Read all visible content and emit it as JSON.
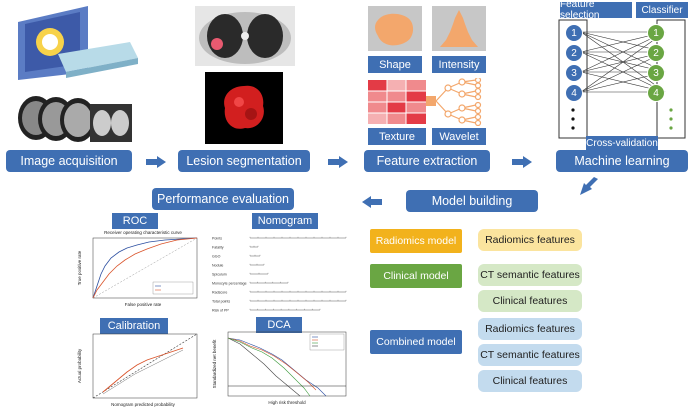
{
  "stages": {
    "image_acquisition": "Image acquisition",
    "lesion_segmentation": "Lesion segmentation",
    "feature_extraction": "Feature extraction",
    "machine_learning": "Machine learning",
    "model_building": "Model building",
    "performance_evaluation": "Performance evaluation"
  },
  "features": {
    "shape": "Shape",
    "intensity": "Intensity",
    "texture": "Texture",
    "wavelet": "Wavelet"
  },
  "ml": {
    "feature_selection": "Feature selection",
    "classifier": "Classifier",
    "cross_validation": "Cross-validation",
    "left_nodes": [
      "1",
      "2",
      "3",
      "4"
    ],
    "right_nodes": [
      "1",
      "2",
      "3",
      "4"
    ]
  },
  "evaluation": {
    "roc": "ROC",
    "roc_title": "Receiver operating characteristic curve",
    "roc_xlabel": "False positive rate",
    "roc_ylabel": "True positive rate",
    "nomogram": "Nomogram",
    "calibration": "Calibration",
    "calibration_xlabel": "Nomogram predicted probability",
    "calibration_ylabel": "Actual probability",
    "dca": "DCA",
    "dca_xlabel": "High risk threshold",
    "dca_ylabel": "Standardized net benefit",
    "nomogram_rows": [
      "Points",
      "Fatality",
      "GGO",
      "Nodule",
      "Spiculum",
      "Monocyte percentage",
      "Radscore",
      "Total points",
      "Risk of PP"
    ]
  },
  "models": [
    {
      "name": "Radiomics model",
      "color": "#f2b21c",
      "features": [
        "Radiomics features"
      ],
      "feature_color": "#fbe49e"
    },
    {
      "name": "Clinical model",
      "color": "#6aa643",
      "features": [
        "CT semantic features",
        "Clinical features"
      ],
      "feature_color": "#d5e8c6"
    },
    {
      "name": "Combined model",
      "color": "#3f6fb3",
      "features": [
        "Radiomics features",
        "CT semantic features",
        "Clinical features"
      ],
      "feature_color": "#c3dbee"
    }
  ],
  "colors": {
    "stage_blue": "#3f6fb3",
    "ml_green": "#6aa643",
    "feature_orange": "#f3a76c",
    "texture_red": "#e8545b"
  }
}
